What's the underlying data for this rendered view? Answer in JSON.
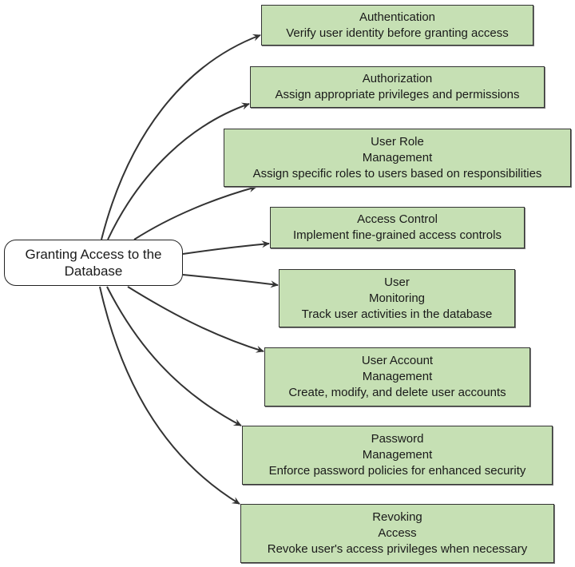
{
  "root": {
    "label_line1": "Granting Access to the",
    "label_line2": "Database"
  },
  "colors": {
    "node_fill": "#c6e0b4",
    "node_border": "#333333",
    "edge": "#333333"
  },
  "nodes": [
    {
      "title": "Authentication",
      "description": "Verify user identity before granting access"
    },
    {
      "title": "Authorization",
      "description": "Assign appropriate privileges and permissions"
    },
    {
      "title_line1": "User Role",
      "title_line2": "Management",
      "description": "Assign specific roles to users based on responsibilities"
    },
    {
      "title": "Access Control",
      "description": "Implement fine-grained access controls"
    },
    {
      "title_line1": "User",
      "title_line2": "Monitoring",
      "description": "Track user activities in the database"
    },
    {
      "title_line1": "User Account",
      "title_line2": "Management",
      "description": "Create, modify, and delete user accounts"
    },
    {
      "title_line1": "Password",
      "title_line2": "Management",
      "description": "Enforce password policies for enhanced security"
    },
    {
      "title_line1": "Revoking",
      "title_line2": "Access",
      "description": "Revoke user's access privileges when necessary"
    }
  ]
}
